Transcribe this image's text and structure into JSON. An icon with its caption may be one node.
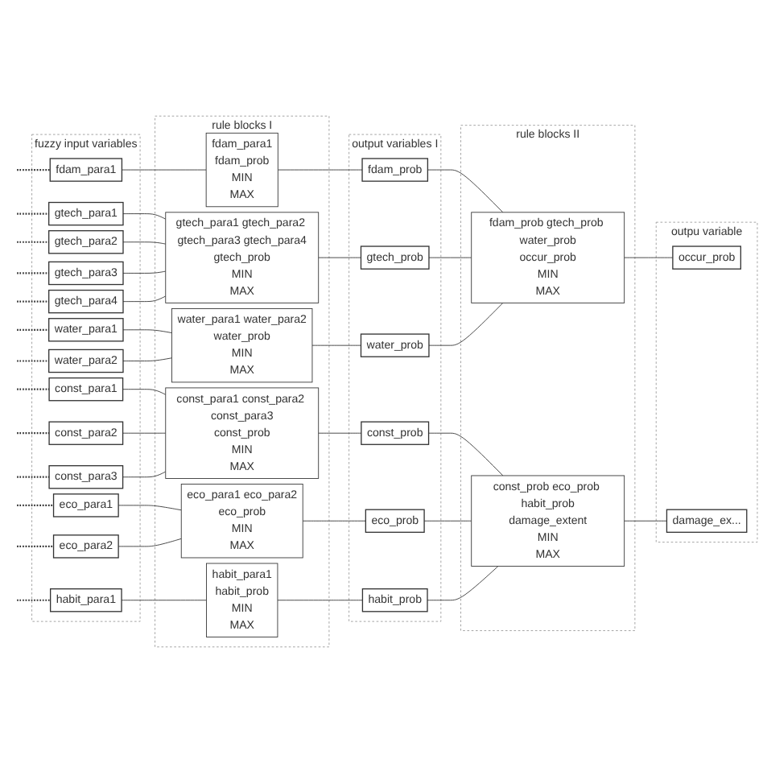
{
  "diagram": {
    "nodes": [
      {
        "text": [
          "fuzzy input variables"
        ]
      },
      {
        "text": [
          "fdam_para1"
        ],
        "in": 0
      },
      {
        "text": [
          "gtech_para1"
        ],
        "in": 0
      },
      {
        "text": [
          "gtech_para2"
        ],
        "in": 0
      },
      {
        "text": [
          "gtech_para3"
        ],
        "in": 0
      },
      {
        "text": [
          "gtech_para4"
        ],
        "in": 0
      },
      {
        "text": [
          "water_para1"
        ],
        "in": 0
      },
      {
        "text": [
          "water_para2"
        ],
        "in": 0
      },
      {
        "text": [
          "const_para1"
        ],
        "in": 0
      },
      {
        "text": [
          "const_para2"
        ],
        "in": 0
      },
      {
        "text": [
          "const_para3"
        ],
        "in": 0
      },
      {
        "text": [
          "eco_para1"
        ],
        "in": 0
      },
      {
        "text": [
          "eco_para2"
        ],
        "in": 0
      },
      {
        "text": [
          "habit_para1"
        ],
        "in": 0
      },
      {
        "text": [
          "rule blocks I"
        ]
      },
      {
        "text": [
          "fdam_para1",
          "fdam_prob",
          "MIN",
          "MAX"
        ],
        "in": 14
      },
      {
        "text": [
          "gtech_para1 gtech_para2 gtech_para3 gtech_para4",
          "gtech_prob",
          "MIN",
          "MAX"
        ],
        "in": 14
      },
      {
        "text": [
          "water_para1 water_para2",
          "water_prob",
          "MIN",
          "MAX"
        ],
        "in": 14
      },
      {
        "text": [
          "const_para1 const_para2 const_para3",
          "const_prob",
          "MIN",
          "MAX"
        ],
        "in": 14
      },
      {
        "text": [
          "eco_para1 eco_para2",
          "eco_prob",
          "MIN",
          "MAX"
        ],
        "in": 14
      },
      {
        "text": [
          "habit_para1",
          "habit_prob",
          "MIN",
          "MAX"
        ],
        "in": 14
      },
      {
        "text": [
          "output variables I"
        ]
      },
      {
        "text": [
          "fdam_prob"
        ],
        "in": 21
      },
      {
        "text": [
          "gtech_prob"
        ],
        "in": 21
      },
      {
        "text": [
          "water_prob"
        ],
        "in": 21
      },
      {
        "text": [
          "const_prob"
        ],
        "in": 21
      },
      {
        "text": [
          "eco_prob"
        ],
        "in": 21
      },
      {
        "text": [
          "habit_prob"
        ],
        "in": 21
      },
      {
        "text": [
          "rule blocks II"
        ]
      },
      {
        "text": [
          "fdam_prob gtech_prob water_prob",
          "occur_prob",
          "MIN",
          "MAX"
        ],
        "in": 28
      },
      {
        "text": [
          "const_prob eco_prob habit_prob",
          "damage_extent",
          "MIN",
          "MAX"
        ],
        "in": 28
      },
      {
        "text": [
          "outpu variable"
        ]
      },
      {
        "text": [
          "occur_prob"
        ],
        "in": 31
      },
      {
        "text": [
          "damage_ex..."
        ],
        "in": 31
      }
    ],
    "edges": [
      {
        "from": null,
        "to": 1,
        "arrow": "none",
        "style": "dashed"
      },
      {
        "from": null,
        "to": 2,
        "arrow": "none",
        "style": "dashed"
      },
      {
        "from": null,
        "to": 3,
        "arrow": "none",
        "style": "dashed"
      },
      {
        "from": null,
        "to": 4,
        "arrow": "none",
        "style": "dashed"
      },
      {
        "from": null,
        "to": 5,
        "arrow": "none",
        "style": "dashed"
      },
      {
        "from": null,
        "to": 6,
        "arrow": "none",
        "style": "dashed"
      },
      {
        "from": null,
        "to": 7,
        "arrow": "none",
        "style": "dashed"
      },
      {
        "from": null,
        "to": 8,
        "arrow": "none",
        "style": "dashed"
      },
      {
        "from": null,
        "to": 9,
        "arrow": "none",
        "style": "dashed"
      },
      {
        "from": null,
        "to": 10,
        "arrow": "none",
        "style": "dashed"
      },
      {
        "from": null,
        "to": 11,
        "arrow": "none",
        "style": "dashed"
      },
      {
        "from": null,
        "to": 12,
        "arrow": "none",
        "style": "dashed"
      },
      {
        "from": null,
        "to": 13,
        "arrow": "none",
        "style": "dashed"
      },
      {
        "from": 1,
        "to": 15,
        "arrow": "none"
      },
      {
        "from": 2,
        "to": 16,
        "arrow": "none"
      },
      {
        "from": 3,
        "to": 16,
        "arrow": "none"
      },
      {
        "from": 4,
        "to": 16,
        "arrow": "none"
      },
      {
        "from": 5,
        "to": 16,
        "arrow": "none"
      },
      {
        "from": 6,
        "to": 17,
        "arrow": "none"
      },
      {
        "from": 7,
        "to": 17,
        "arrow": "none"
      },
      {
        "from": 8,
        "to": 18,
        "arrow": "none"
      },
      {
        "from": 9,
        "to": 18,
        "arrow": "none"
      },
      {
        "from": 10,
        "to": 18,
        "arrow": "none"
      },
      {
        "from": 11,
        "to": 19,
        "arrow": "none"
      },
      {
        "from": 12,
        "to": 19,
        "arrow": "none"
      },
      {
        "from": 13,
        "to": 20,
        "arrow": "none"
      },
      {
        "from": 15,
        "to": 22,
        "arrow": "none"
      },
      {
        "from": 16,
        "to": 23,
        "arrow": "none"
      },
      {
        "from": 17,
        "to": 24,
        "arrow": "none"
      },
      {
        "from": 18,
        "to": 25,
        "arrow": "none"
      },
      {
        "from": 19,
        "to": 26,
        "arrow": "none"
      },
      {
        "from": 20,
        "to": 27,
        "arrow": "none"
      },
      {
        "from": 22,
        "to": 29,
        "arrow": "none"
      },
      {
        "from": 23,
        "to": 29,
        "arrow": "none"
      },
      {
        "from": 24,
        "to": 29,
        "arrow": "none"
      },
      {
        "from": 25,
        "to": 30,
        "arrow": "none"
      },
      {
        "from": 26,
        "to": 30,
        "arrow": "none"
      },
      {
        "from": 27,
        "to": 30,
        "arrow": "none"
      },
      {
        "from": 29,
        "to": 32,
        "arrow": "none"
      },
      {
        "from": 30,
        "to": 33,
        "arrow": "none"
      }
    ]
  }
}
